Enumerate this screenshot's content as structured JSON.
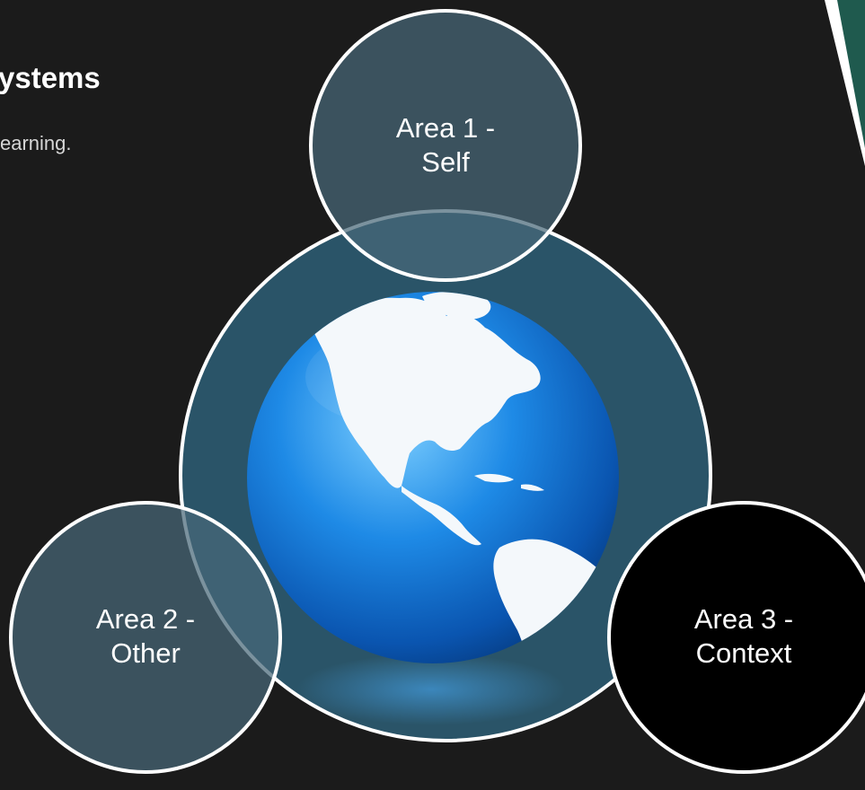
{
  "slide": {
    "title": "ystems",
    "subtitle": "earning."
  },
  "diagram": {
    "circles": [
      {
        "line1": "Area 1 -",
        "line2": "Self",
        "fill": "#486879"
      },
      {
        "line1": "Area 2 -",
        "line2": "Other",
        "fill": "#486879"
      },
      {
        "line1": "Area 3 -",
        "line2": "Context",
        "fill": "#000000"
      }
    ],
    "center_fill": "#2a5468",
    "outline_color": "#ffffff",
    "globe_color": "#1e8ae6",
    "accent_color": "#1f5a4e"
  }
}
